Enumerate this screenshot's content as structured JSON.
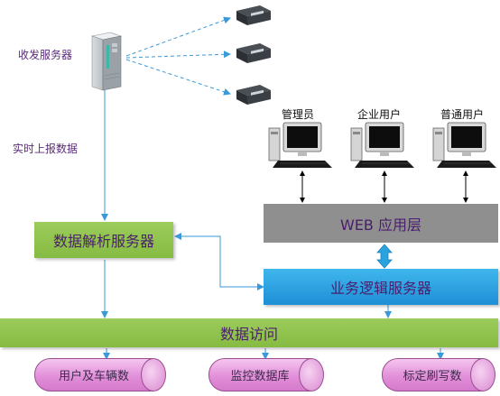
{
  "labels": {
    "send_server": "收发服务器",
    "realtime_report": "实时上报数据",
    "admin": "管理员",
    "enterprise_user": "企业用户",
    "normal_user": "普通用户"
  },
  "boxes": {
    "data_parse_server": "数据解析服务器",
    "web_layer": "WEB 应用层",
    "business_logic_server": "业务逻辑服务器",
    "data_access": "数据访问"
  },
  "databases": {
    "user_vehicle": "用户及车辆数",
    "monitor_db": "监控数据库",
    "calibration": "标定刷写数"
  },
  "colors": {
    "green": "#8bc34a",
    "gray": "#8f8f8f",
    "blue": "#29a3e0",
    "pink": "#e699dd",
    "connector": "#3a9ad9"
  }
}
